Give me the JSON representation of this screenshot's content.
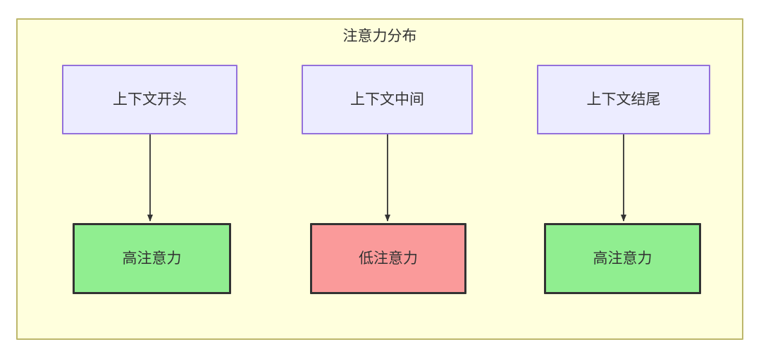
{
  "diagram": {
    "title": "注意力分布",
    "type": "flowchart",
    "background_color": "#ffffff",
    "container": {
      "fill": "#ffffdd",
      "stroke": "#bdb76b"
    },
    "palette": {
      "source_fill": "#ececff",
      "source_stroke": "#9370db",
      "high_fill": "#90ee90",
      "low_fill": "#fa9a9a",
      "node_stroke": "#333333",
      "edge_stroke": "#333333",
      "text": "#333333"
    },
    "columns": [
      {
        "id": "col-start",
        "source": {
          "id": "ctx-start",
          "label": "上下文开头"
        },
        "target": {
          "id": "att-start",
          "label": "高注意力",
          "level": "high"
        }
      },
      {
        "id": "col-middle",
        "source": {
          "id": "ctx-middle",
          "label": "上下文中间"
        },
        "target": {
          "id": "att-middle",
          "label": "低注意力",
          "level": "low"
        }
      },
      {
        "id": "col-end",
        "source": {
          "id": "ctx-end",
          "label": "上下文结尾"
        },
        "target": {
          "id": "att-end",
          "label": "高注意力",
          "level": "high"
        }
      }
    ],
    "edges": [
      {
        "id": "edge-start",
        "from": "ctx-start",
        "to": "att-start"
      },
      {
        "id": "edge-middle",
        "from": "ctx-middle",
        "to": "att-middle"
      },
      {
        "id": "edge-end",
        "from": "ctx-end",
        "to": "att-end"
      }
    ]
  }
}
